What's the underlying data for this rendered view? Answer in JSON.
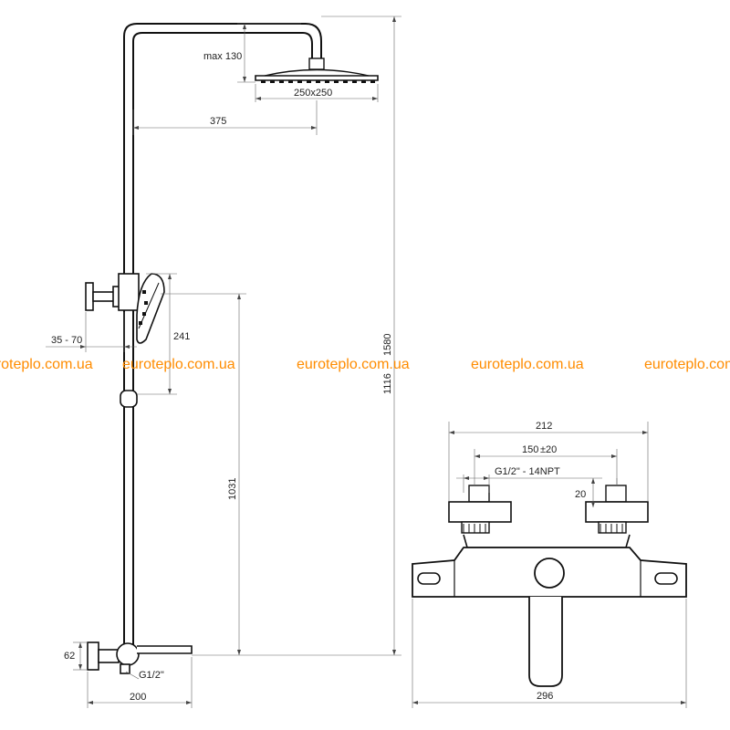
{
  "watermark": {
    "text_1": "euroteplo.com.ua",
    "text_2": "euroteplo.com.ua",
    "text_3": "euroteplo.com.ua",
    "text_4": "euroteplo.com.ua",
    "text_5": "euroteplo.com.ua",
    "color": "#ff8c00"
  },
  "shower_column": {
    "dim_head_height": "max 130",
    "dim_head_size": "250x250",
    "dim_arm_reach": "375",
    "dim_wall_gap": "35 - 70",
    "dim_hand_shower": "241",
    "dim_total_height": "1580",
    "dim_head_to_mixer": "1116",
    "dim_slider_height": "1031",
    "dim_mixer_height": "62",
    "dim_thread": "G1/2\"",
    "dim_mixer_depth": "200"
  },
  "mixer_front": {
    "dim_total_width": "212",
    "dim_centers": "150",
    "dim_centers_tol": "±20",
    "dim_connection": "G1/2\" - 14NPT",
    "dim_eccentric": "20",
    "dim_body_width": "296"
  }
}
